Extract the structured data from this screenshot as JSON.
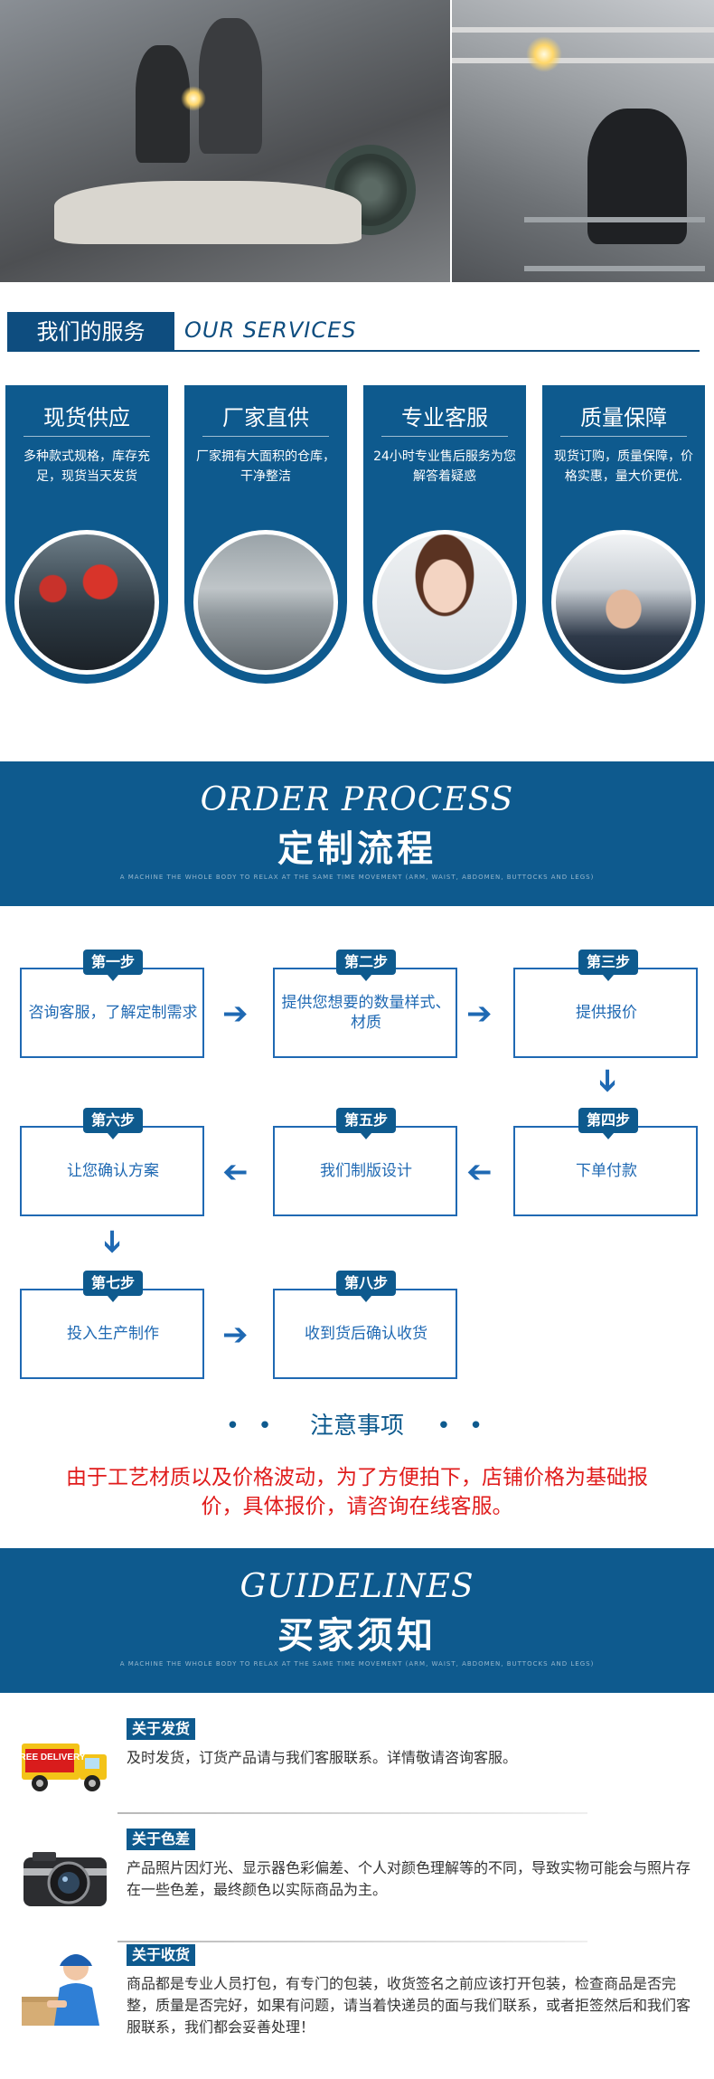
{
  "services": {
    "heading_cn": "我们的服务",
    "heading_en": "OUR SERVICES",
    "cards": [
      {
        "title": "现货供应",
        "desc": "多种款式规格，库存充足，现货当天发货"
      },
      {
        "title": "厂家直供",
        "desc": "厂家拥有大面积的仓库，干净整洁"
      },
      {
        "title": "专业客服",
        "desc": "24小时专业售后服务为您解答着疑惑"
      },
      {
        "title": "质量保障",
        "desc": "现货订购，质量保障，价格实惠，量大价更优."
      }
    ]
  },
  "order": {
    "title_en": "ORDER PROCESS",
    "title_cn": "定制流程",
    "tiny_text": "A MACHINE THE WHOLE BODY TO RELAX AT THE SAME TIME MOVEMENT (ARM, WAIST, ABDOMEN, BUTTOCKS AND LEGS)",
    "steps": [
      {
        "tag": "第一步",
        "text": "咨询客服，了解定制需求"
      },
      {
        "tag": "第二步",
        "text": "提供您想要的数量样式、材质"
      },
      {
        "tag": "第三步",
        "text": "提供报价"
      },
      {
        "tag": "第四步",
        "text": "下单付款"
      },
      {
        "tag": "第五步",
        "text": "我们制版设计"
      },
      {
        "tag": "第六步",
        "text": "让您确认方案"
      },
      {
        "tag": "第七步",
        "text": "投入生产制作"
      },
      {
        "tag": "第八步",
        "text": "收到货后确认收货"
      }
    ]
  },
  "notice": {
    "title": "注意事项",
    "text": "由于工艺材质以及价格波动，为了方便拍下，店铺价格为基础报价，具体报价，请咨询在线客服。"
  },
  "guidelines": {
    "title_en": "GUIDELINES",
    "title_cn": "买家须知",
    "tiny_text": "A MACHINE THE WHOLE BODY TO RELAX AT THE SAME TIME MOVEMENT (ARM, WAIST, ABDOMEN, BUTTOCKS AND LEGS)",
    "items": [
      {
        "label": "关于发货",
        "text": "及时发货，订货产品请与我们客服联系。详情敬请咨询客服。",
        "icon_text": "FREE DELIVERY"
      },
      {
        "label": "关于色差",
        "text": "产品照片因灯光、显示器色彩偏差、个人对颜色理解等的不同，导致实物可能会与照片存在一些色差，最终颜色以实际商品为主。"
      },
      {
        "label": "关于收货",
        "text": "商品都是专业人员打包，有专门的包装，收货签名之前应该打开包装，检查商品是否完整，质量是否完好，如果有问题，请当着快递员的面与我们联系，或者拒签然后和我们客服联系，我们都会妥善处理！"
      }
    ]
  },
  "colors": {
    "brand_blue": "#0e5a8e",
    "step_blue": "#1f69b3",
    "notice_red": "#e01b1b"
  }
}
